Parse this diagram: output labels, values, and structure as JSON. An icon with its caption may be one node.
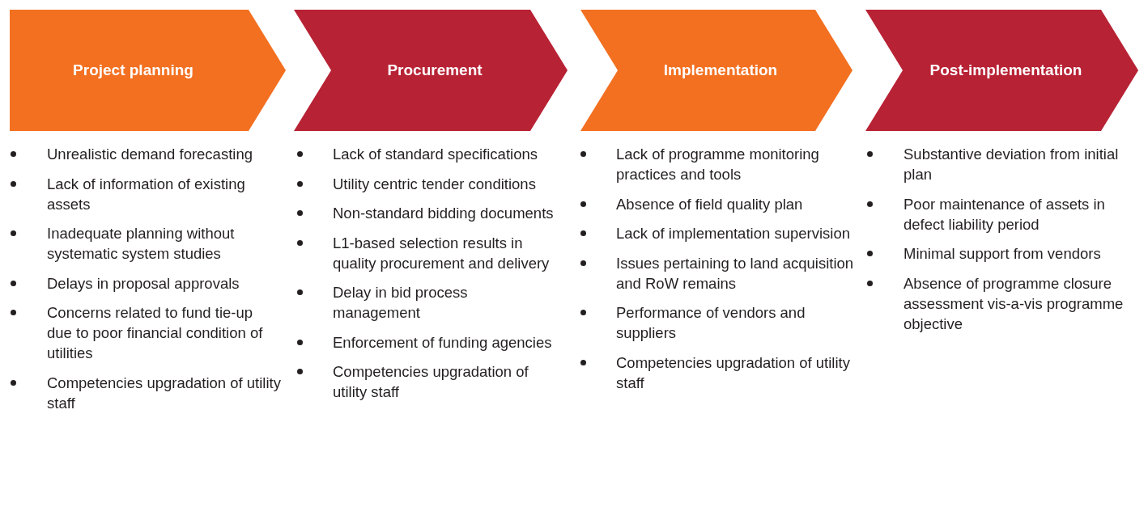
{
  "diagram": {
    "nodes": [
      {
        "text": [
          "Project planning"
        ],
        "beside": [
          "Unrealistic demand forecasting",
          "Lack of information of existing assets",
          "Inadequate planning without systematic system studies",
          "Delays in proposal approvals",
          "Concerns related to fund tie-up due to poor financial condition of utilities",
          "Competencies upgradation of utility staff"
        ]
      },
      {
        "text": [
          "Procurement"
        ],
        "beside": [
          "Lack of standard specifications",
          "Utility centric tender conditions",
          "Non-standard bidding documents",
          "L1-based selection results in quality procurement and delivery",
          "Delay in bid process management",
          "Enforcement of funding agencies",
          "Competencies upgradation of utility staff"
        ]
      },
      {
        "text": [
          "Implementation"
        ],
        "beside": [
          "Lack of programme monitoring practices and tools",
          "Absence of field quality plan",
          "Lack of implementation supervision",
          "Issues pertaining to land acquisition and RoW remains",
          "Performance of vendors and suppliers",
          "Competencies upgradation of utility staff"
        ]
      },
      {
        "text": [
          "Post-implementation"
        ],
        "beside": [
          "Substantive deviation from initial plan",
          "Poor maintenance of assets in defect liability period",
          "Minimal support from vendors",
          "Absence of programme closure assessment vis-a-vis programme objective"
        ]
      }
    ]
  }
}
